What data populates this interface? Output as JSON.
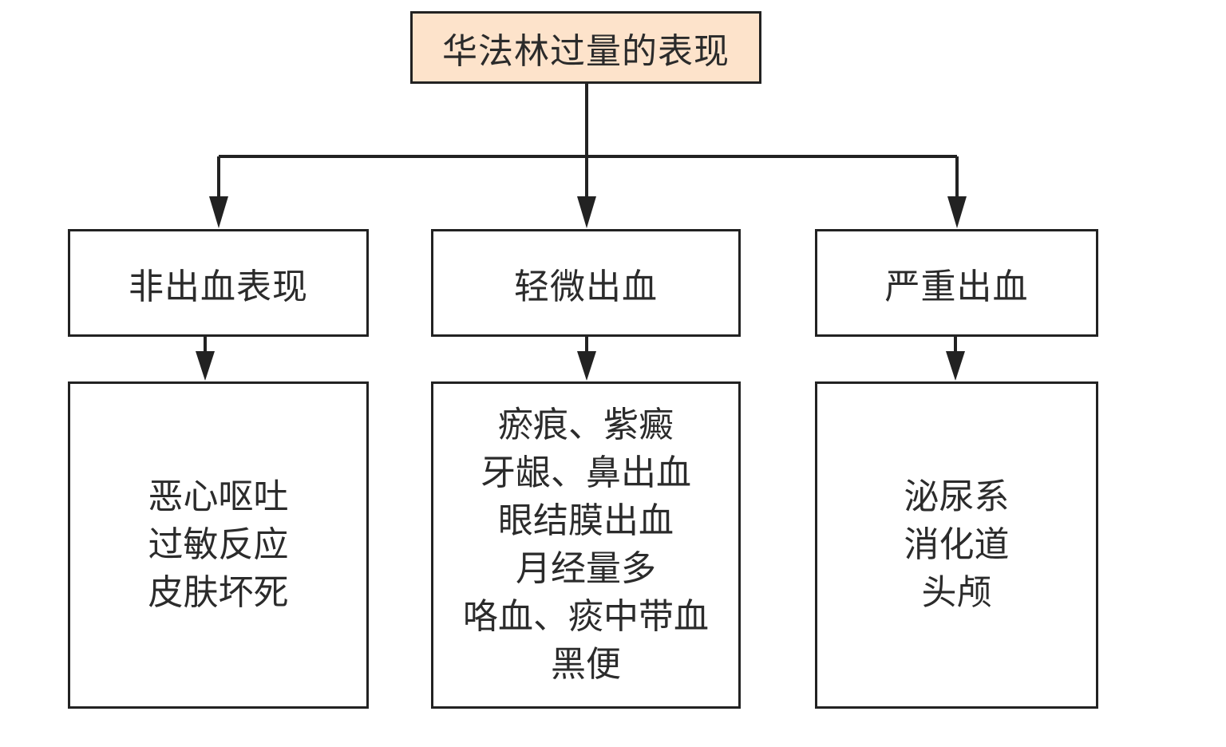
{
  "root": {
    "label": "华法林过量的表现"
  },
  "categories": [
    {
      "label": "非出血表现",
      "details": [
        "恶心呕吐",
        "过敏反应",
        "皮肤坏死"
      ]
    },
    {
      "label": "轻微出血",
      "details": [
        "瘀痕、紫癜",
        "牙龈、鼻出血",
        "眼结膜出血",
        "月经量多",
        "咯血、痰中带血",
        "黑便"
      ]
    },
    {
      "label": "严重出血",
      "details": [
        "泌尿系",
        "消化道",
        "头颅"
      ]
    }
  ],
  "colors": {
    "root_fill": "#fde3cb",
    "line": "#222222",
    "text": "#2b2b2b"
  }
}
